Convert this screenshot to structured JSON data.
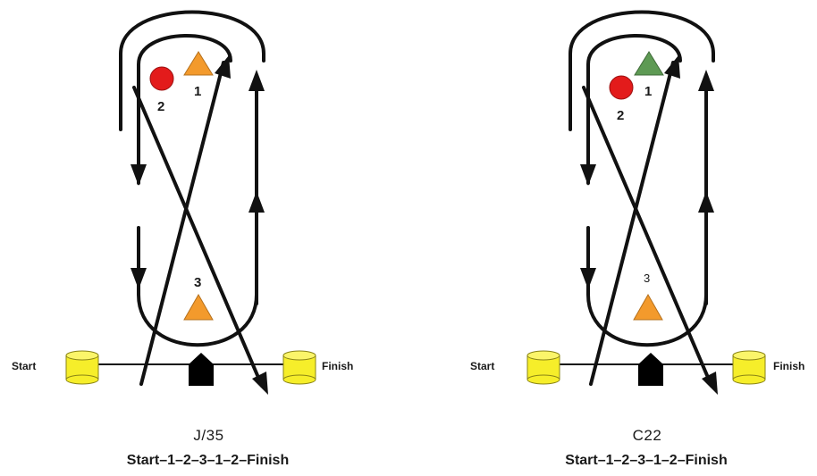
{
  "diagrams": [
    {
      "code": "J/35",
      "sequence": "Start–1–2–3–1–2–Finish",
      "start_label": "Start",
      "finish_label": "Finish",
      "markers": {
        "m1": {
          "label": "1",
          "shape": "triangle",
          "color": "#f39a2c"
        },
        "m2": {
          "label": "2",
          "shape": "circle",
          "color": "#e31b1b"
        },
        "m3": {
          "label": "3",
          "shape": "triangle",
          "color": "#f39a2c"
        }
      }
    },
    {
      "code": "C22",
      "sequence": "Start–1–2–3–1–2–Finish",
      "start_label": "Start",
      "finish_label": "Finish",
      "markers": {
        "m1": {
          "label": "1",
          "shape": "triangle",
          "color": "#5e9a54"
        },
        "m2": {
          "label": "2",
          "shape": "circle",
          "color": "#e31b1b"
        },
        "m3": {
          "label": "3",
          "shape": "triangle",
          "color": "#f39a2c"
        }
      }
    }
  ],
  "colors": {
    "line": "#111111",
    "cylinder": "#f6ee2a",
    "cylinder_edge": "#8a8416",
    "gate": "#000000"
  }
}
